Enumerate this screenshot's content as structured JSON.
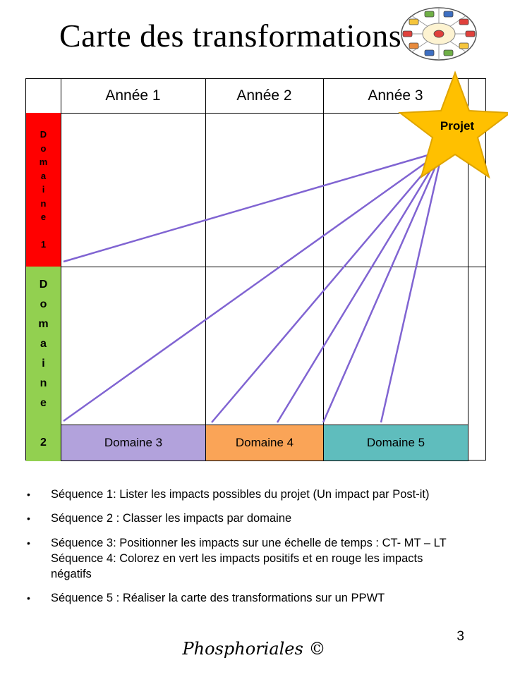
{
  "slide": {
    "title": "Carte des transformations",
    "page_number": "3",
    "footer": "Phosphoriales ©"
  },
  "grid": {
    "col_headers": [
      "Année 1",
      "Année 2",
      "Année 3"
    ],
    "domain1": {
      "label": "Domaine 1",
      "stacked": "D\no\nm\na\ni\nn\ne\n\n1",
      "color": "#FF0000"
    },
    "domain2": {
      "label": "Domaine 2",
      "stacked": "D\no\nm\na\ni\nn\ne\n\n2",
      "color": "#92D050"
    },
    "bottom_domains": [
      {
        "label": "Domaine 3",
        "color": "#B2A2DC"
      },
      {
        "label": "Domaine 4",
        "color": "#FAA457"
      },
      {
        "label": "Domaine 5",
        "color": "#5FBDBD"
      }
    ],
    "star": {
      "label": "Projet",
      "fill": "#FFC000",
      "stroke": "#DFA400"
    },
    "line_color": "#8064D2"
  },
  "bullets": [
    {
      "marker": "•",
      "text": "Séquence 1: Lister les impacts possibles du projet (Un impact par Post-it)"
    },
    {
      "marker": "•",
      "text": " Séquence 2 : Classer les impacts par domaine"
    },
    {
      "marker": "•",
      "text": "Séquence 3: Positionner les impacts sur une échelle de temps : CT- MT – LT\nSéquence 4: Colorez en vert les impacts positifs et en rouge les impacts\nnégatifs"
    },
    {
      "marker": "•",
      "text": "Séquence 5 : Réaliser  la carte des transformations  sur un PPWT"
    }
  ]
}
